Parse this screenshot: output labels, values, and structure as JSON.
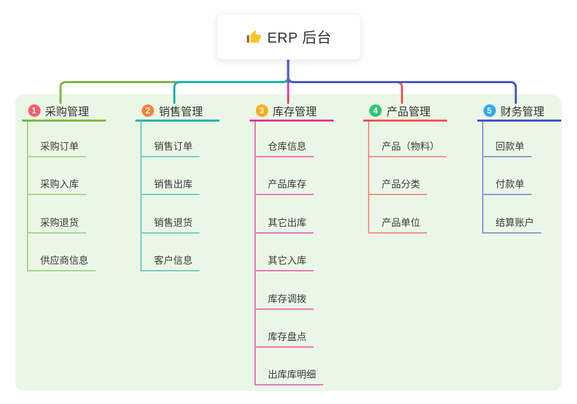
{
  "root": {
    "label": "ERP 后台",
    "icon": "thumbs-up-icon"
  },
  "colors": {
    "canvas_bg": "#ffffff",
    "panel_bg": "#ebf7e6",
    "root_line": "#5560c9",
    "node_text": "#333333",
    "leaf_text": "#3a3a3a",
    "thumb_hand": "#f8c727",
    "thumb_cuff": "#a36d2d"
  },
  "branches": [
    {
      "badge": "1",
      "title": "采购管理",
      "badge_color": "#f75f6f",
      "line_color": "#7cb63e",
      "light_line_color": "#a8d78a",
      "items": [
        "采购订单",
        "采购入库",
        "采购退货",
        "供应商信息"
      ]
    },
    {
      "badge": "2",
      "title": "销售管理",
      "badge_color": "#f9813f",
      "line_color": "#13b5ab",
      "light_line_color": "#72cfc7",
      "items": [
        "销售订单",
        "销售出库",
        "销售退货",
        "客户信息"
      ]
    },
    {
      "badge": "3",
      "title": "库存管理",
      "badge_color": "#fbab1d",
      "line_color": "#e03a97",
      "light_line_color": "#ef72b8",
      "items": [
        "仓库信息",
        "产品库存",
        "其它出库",
        "其它入库",
        "库存调拨",
        "库存盘点",
        "出库库明细"
      ]
    },
    {
      "badge": "4",
      "title": "产品管理",
      "badge_color": "#2ec573",
      "line_color": "#f8534e",
      "light_line_color": "#f9918e",
      "items": [
        "产品（物料）",
        "产品分类",
        "产品单位"
      ]
    },
    {
      "badge": "5",
      "title": "财务管理",
      "badge_color": "#2fa8f5",
      "line_color": "#4254c4",
      "light_line_color": "#8a9ad8",
      "items": [
        "回款单",
        "付款单",
        "结算账户"
      ]
    }
  ]
}
